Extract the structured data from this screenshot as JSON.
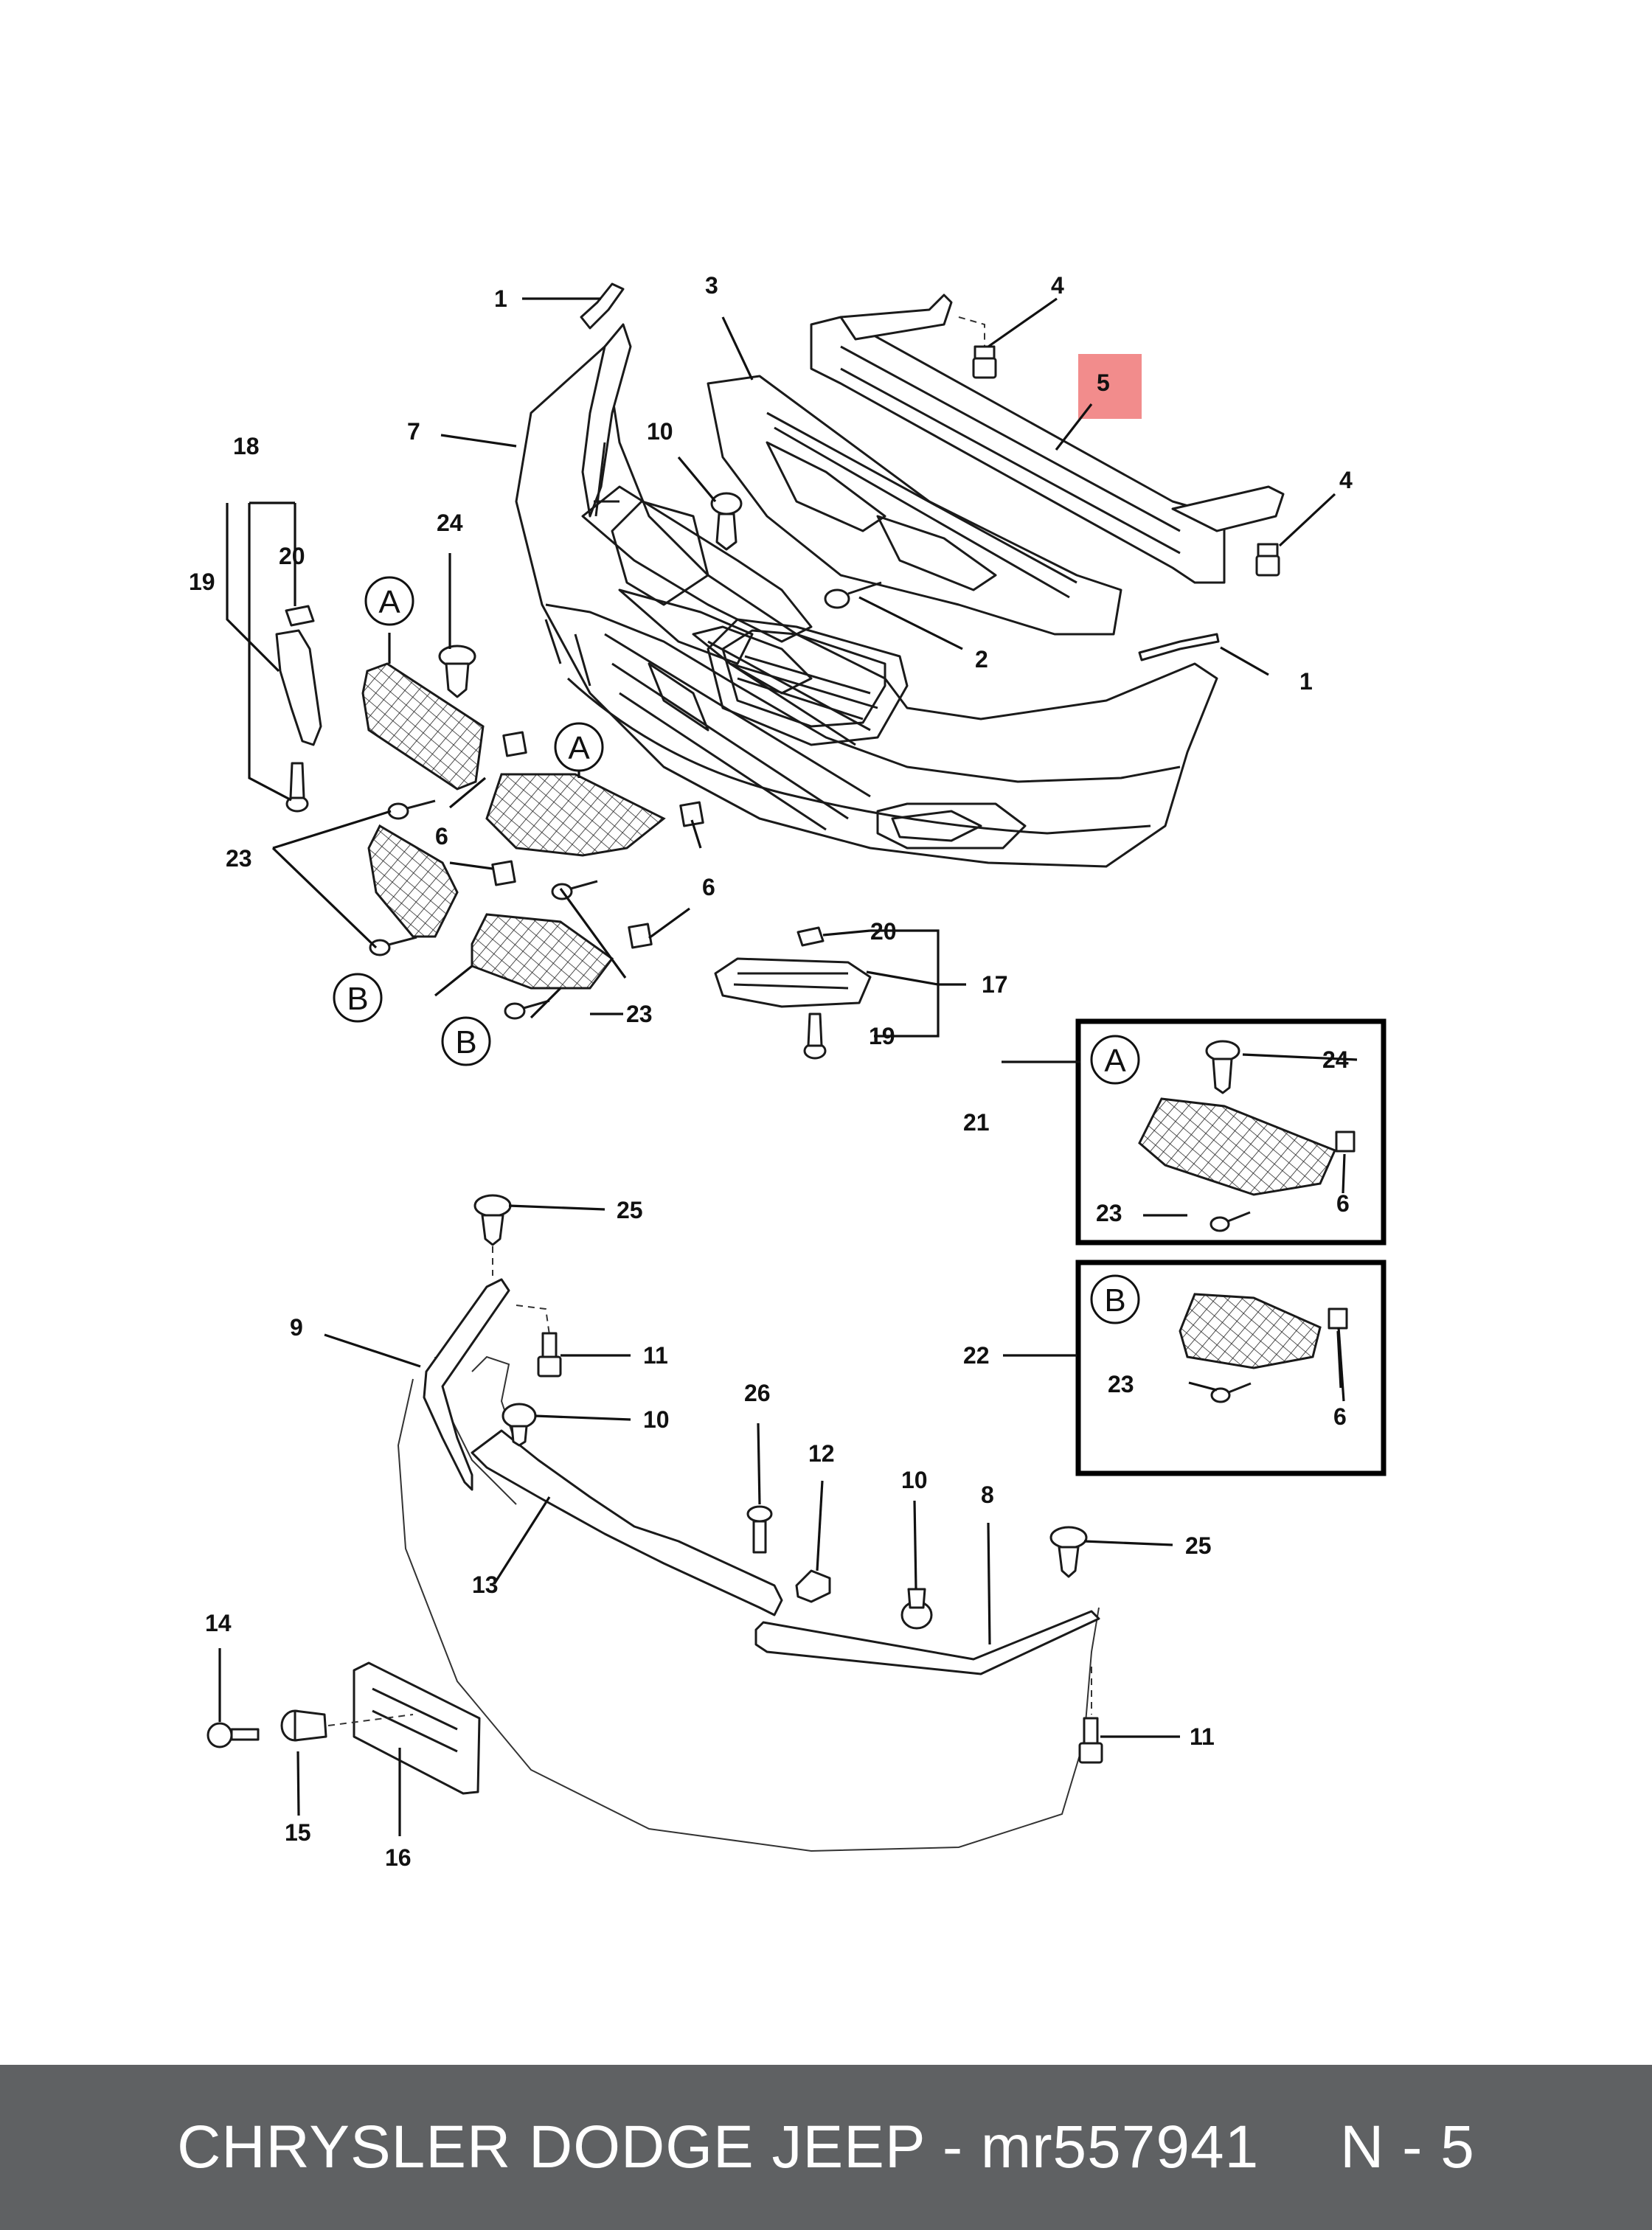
{
  "footer": {
    "brand_part": "CHRYSLER DODGE JEEP - mr557941",
    "code": "N - 5"
  },
  "highlight_color": "#f28c8c",
  "callouts": {
    "c1a": "1",
    "c3": "3",
    "c4a": "4",
    "c5": "5",
    "c18": "18",
    "c7": "7",
    "c10a": "10",
    "c4b": "4",
    "c24a": "24",
    "c20a": "20",
    "c19a": "19",
    "c2": "2",
    "c1b": "1",
    "c6a": "6",
    "c23a": "23",
    "c6b": "6",
    "c20b": "20",
    "c17": "17",
    "c23b": "23",
    "c19b": "19",
    "c24b": "24",
    "c21": "21",
    "c23c": "23",
    "c6c": "6",
    "c22": "22",
    "c23d": "23",
    "c6d": "6",
    "c25a": "25",
    "c9": "9",
    "c11a": "11",
    "c10b": "10",
    "c26": "26",
    "c12": "12",
    "c10c": "10",
    "c8": "8",
    "c25b": "25",
    "c13": "13",
    "c14": "14",
    "c15": "15",
    "c16": "16",
    "c11b": "11"
  },
  "letters": {
    "la1": "A",
    "la2": "A",
    "lb1": "B",
    "lb2": "B",
    "lbox_a": "A",
    "lbox_b": "B"
  }
}
